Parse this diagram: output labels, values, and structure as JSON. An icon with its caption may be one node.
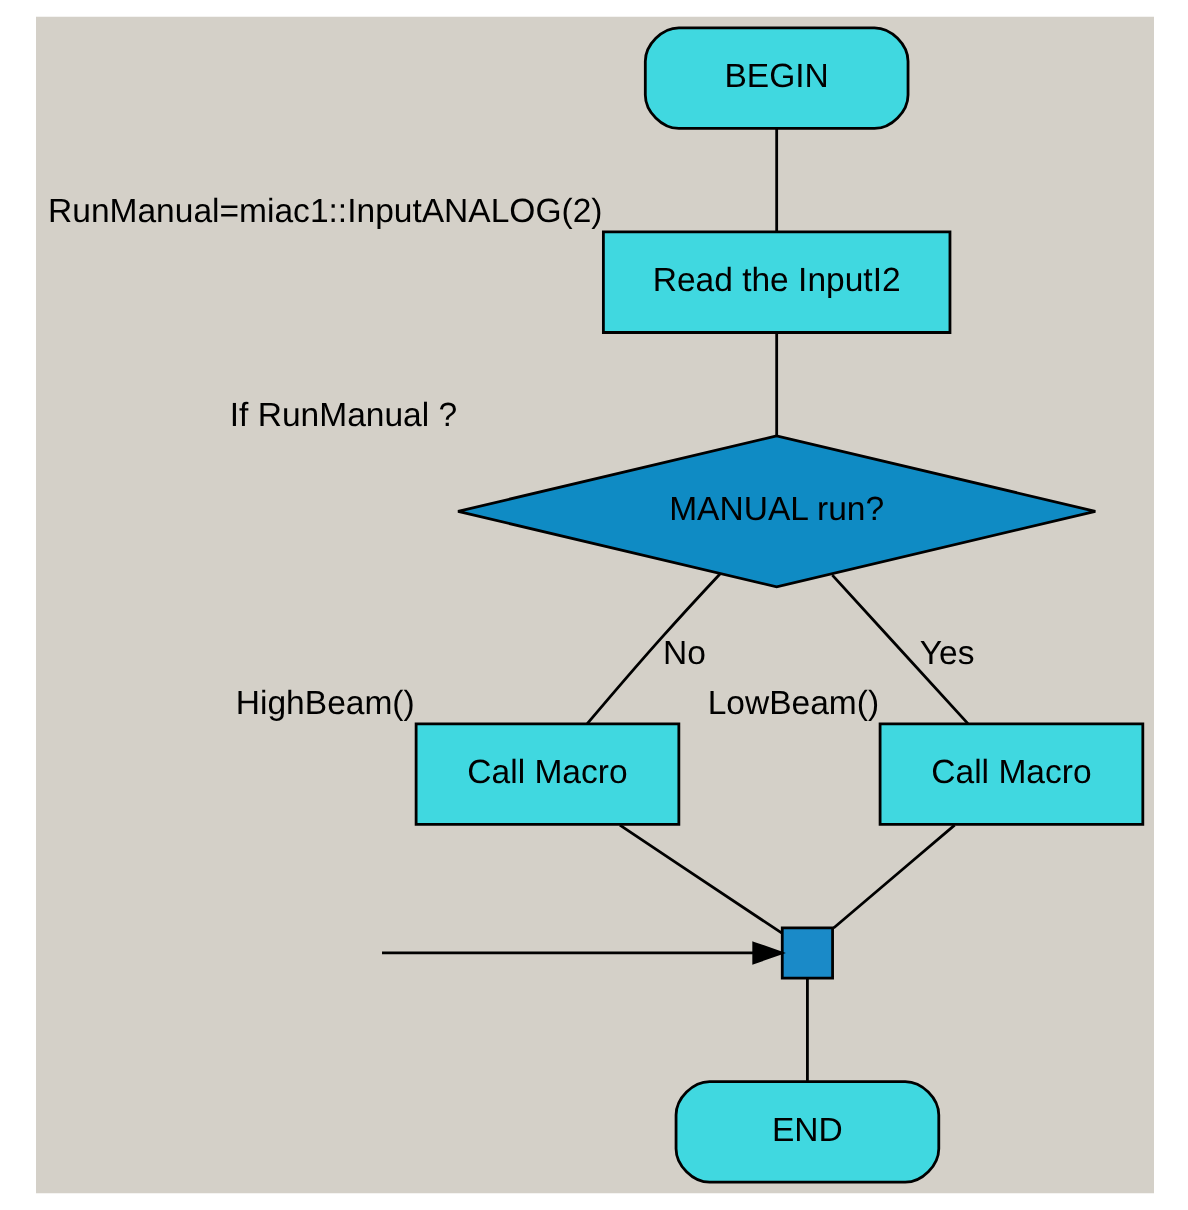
{
  "diagram": {
    "nodes": [
      {
        "text": [
          "BEGIN"
        ]
      },
      {
        "text": [
          "Read the InputI2"
        ],
        "beside": [
          "RunManual=miac1::InputANALOG(2)"
        ]
      },
      {
        "text": [
          "MANUAL run?"
        ],
        "beside": [
          "If RunManual ?"
        ]
      },
      {
        "text": [
          "Call Macro"
        ],
        "beside": [
          "HighBeam()"
        ]
      },
      {
        "text": [
          "Call Macro"
        ],
        "beside": [
          "LowBeam()"
        ]
      },
      {
        "text": [],
        "shape": "box"
      },
      {
        "text": [
          "END"
        ]
      }
    ],
    "edges": [
      {
        "from": 0,
        "to": 1,
        "arrow": "none"
      },
      {
        "from": 1,
        "to": 2,
        "arrow": "none"
      },
      {
        "from": 2,
        "to": 3,
        "arrow": "none",
        "label": "No"
      },
      {
        "from": 2,
        "to": 4,
        "arrow": "none",
        "label": "Yes"
      },
      {
        "from": 3,
        "to": 5,
        "arrow": "none"
      },
      {
        "from": 4,
        "to": 5,
        "arrow": "none"
      },
      {
        "from": 5,
        "to": 6,
        "arrow": "none"
      },
      {
        "from": null,
        "to": 5,
        "arrow": "to"
      }
    ]
  }
}
